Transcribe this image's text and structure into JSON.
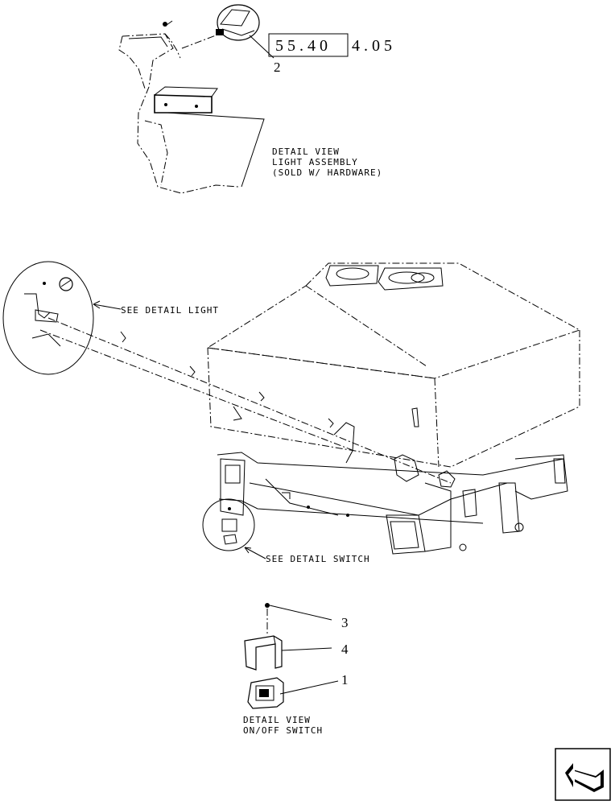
{
  "reference_code": {
    "boxed": "55.40",
    "suffix": "4.05"
  },
  "detail_light": {
    "line1": "DETAIL VIEW",
    "line2": "LIGHT ASSEMBLY",
    "line3": "(SOLD W/ HARDWARE)"
  },
  "callouts": {
    "see_detail_light": "SEE DETAIL LIGHT",
    "see_detail_switch": "SEE DETAIL SWITCH"
  },
  "detail_switch": {
    "line1": "DETAIL VIEW",
    "line2": "ON/OFF SWITCH"
  },
  "item_numbers": {
    "light": "2",
    "screw": "3",
    "bracket": "4",
    "switch": "1"
  },
  "icons": {
    "nav": "arrow-navigation-icon"
  }
}
